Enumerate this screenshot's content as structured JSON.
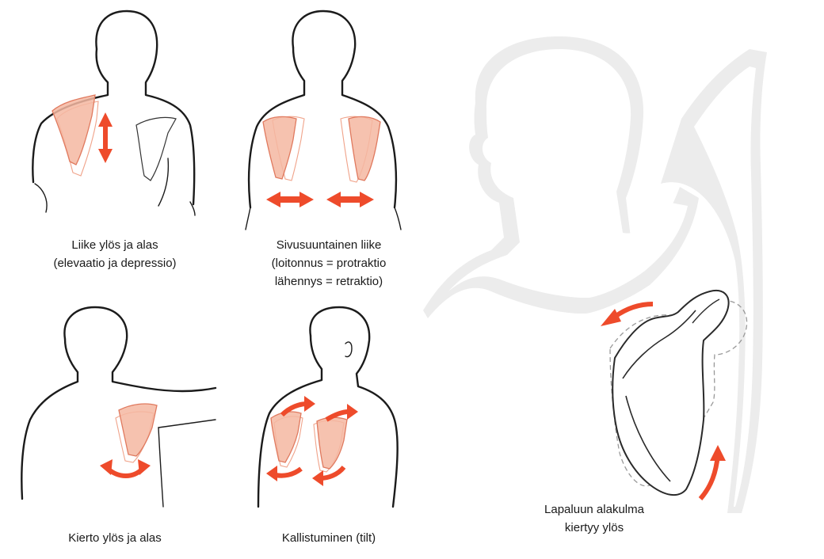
{
  "colors": {
    "arrow": "#ee4b2b",
    "scapula_fill": "#f4b7a1",
    "scapula_stroke": "#e07a5f",
    "silhouette": "#e9e9e9",
    "line": "#1b1b1b"
  },
  "panels": [
    {
      "id": "elevation",
      "caption_lines": [
        "Liike ylös ja alas",
        "(elevaatio ja depressio)"
      ]
    },
    {
      "id": "lateral",
      "caption_lines": [
        "Sivusuuntainen liike",
        "(loitonnus = protraktio",
        "lähennys = retraktio)"
      ]
    },
    {
      "id": "rotation",
      "caption_lines": [
        "Kierto ylös ja alas"
      ]
    },
    {
      "id": "tilt",
      "caption_lines": [
        "Kallistuminen (tilt)"
      ]
    }
  ],
  "right_figure": {
    "caption_lines": [
      "Lapaluun alakulma",
      "kiertyy ylös"
    ]
  }
}
